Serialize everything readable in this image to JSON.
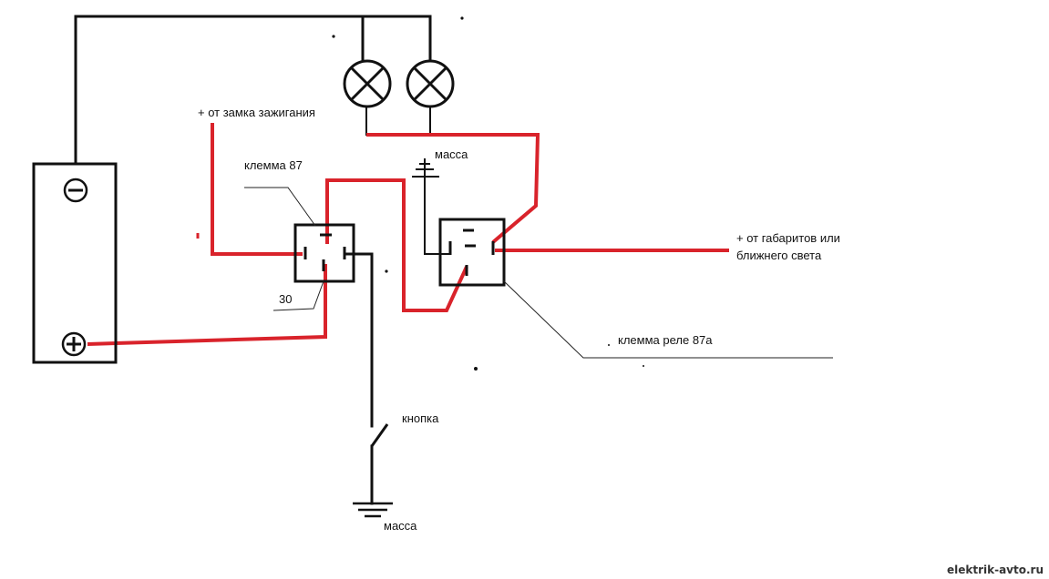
{
  "colors": {
    "wire_black": "#111111",
    "wire_red": "#d9232b",
    "leader": "#222222"
  },
  "labels": {
    "ignition_plus": "+ от замка зажигания",
    "terminal_87": "клемма 87",
    "terminal_30": "30",
    "ground_top": "масса",
    "side_lights_line1": "+ от габаритов или",
    "side_lights_line2": "ближнего света",
    "relay_87a": "клемма реле 87а",
    "button": "кнопка",
    "ground_bottom": "масса"
  },
  "battery": {
    "minus_symbol": "−",
    "plus_symbol": "+"
  },
  "watermark": "elektrik-avto.ru"
}
